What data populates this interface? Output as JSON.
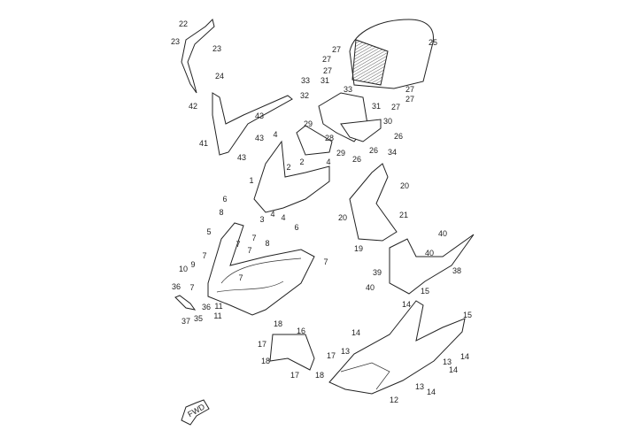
{
  "diagram": {
    "callouts": [
      "22",
      "23",
      "23",
      "24",
      "42",
      "41",
      "43",
      "43",
      "43",
      "25",
      "27",
      "27",
      "27",
      "27",
      "27",
      "27",
      "33",
      "31",
      "33",
      "32",
      "31",
      "30",
      "29",
      "28",
      "29",
      "26",
      "26",
      "34",
      "26",
      "4",
      "2",
      "2",
      "4",
      "1",
      "20",
      "21",
      "20",
      "6",
      "8",
      "3",
      "4",
      "4",
      "5",
      "7",
      "6",
      "7",
      "7",
      "8",
      "7",
      "7",
      "9",
      "10",
      "36",
      "7",
      "7",
      "36",
      "11",
      "11",
      "37",
      "35",
      "19",
      "40",
      "40",
      "39",
      "38",
      "40",
      "15",
      "14",
      "15",
      "16",
      "18",
      "17",
      "14",
      "13",
      "17",
      "18",
      "17",
      "18",
      "13",
      "14",
      "14",
      "13",
      "14",
      "12"
    ],
    "fwd_label": "FWD"
  }
}
